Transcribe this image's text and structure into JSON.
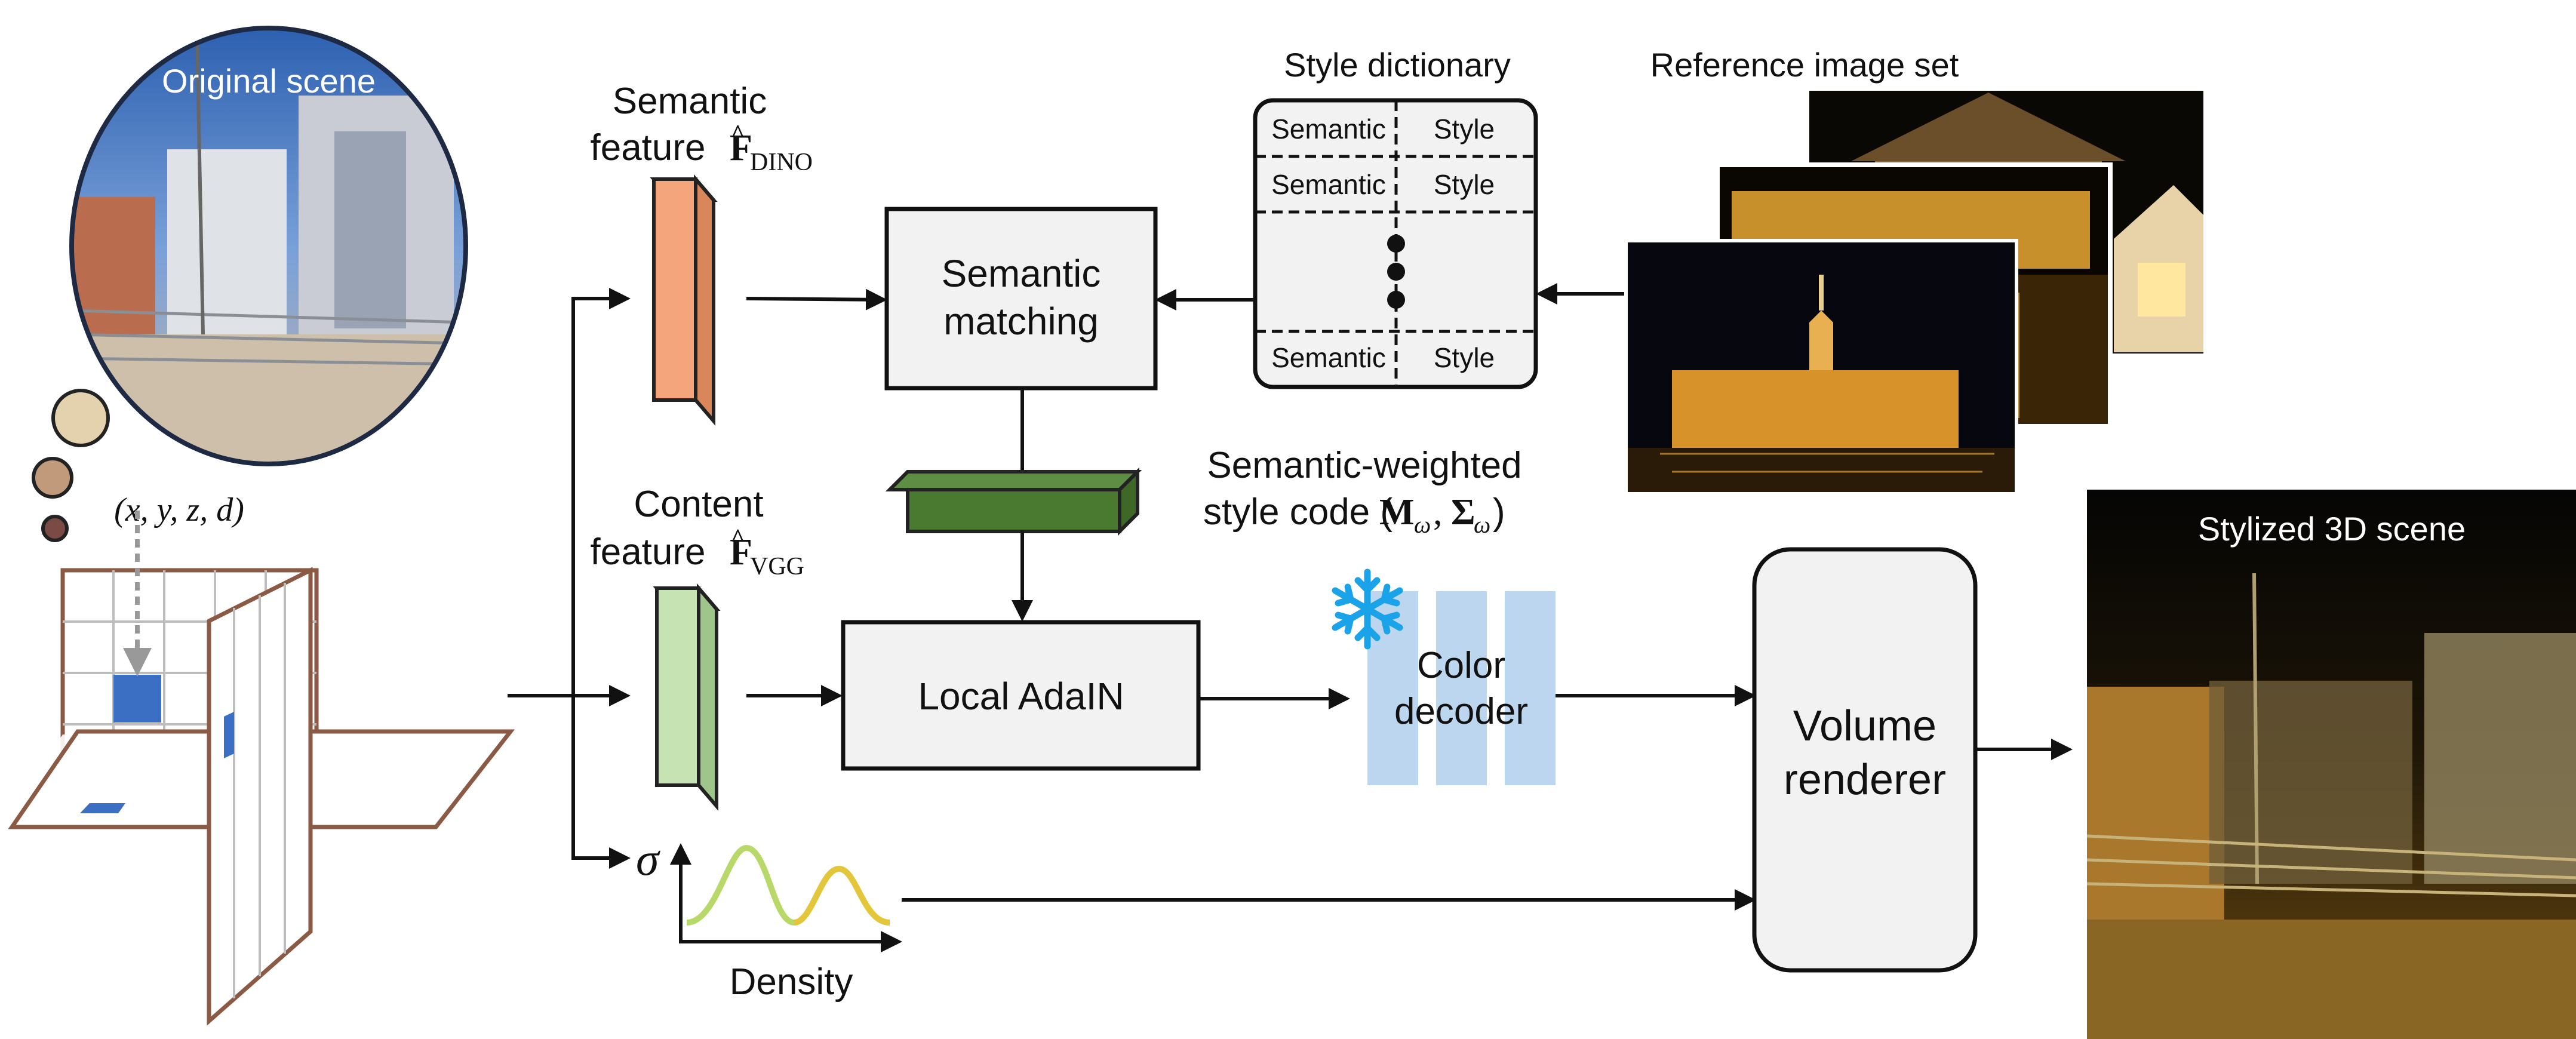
{
  "scene": {
    "original_label": "Original scene",
    "stylized_label": "Stylized 3D scene",
    "coord_label": "(x, y, z, d)"
  },
  "features": {
    "semantic_line1": "Semantic",
    "semantic_line2": "feature",
    "semantic_symbol": "F",
    "semantic_sub": "DINO",
    "content_line1": "Content",
    "content_line2": "feature",
    "content_symbol": "F",
    "content_sub": "VGG"
  },
  "blocks": {
    "semantic_matching_line1": "Semantic",
    "semantic_matching_line2": "matching",
    "local_adain": "Local AdaIN",
    "color_decoder_line1": "Color",
    "color_decoder_line2": "decoder",
    "volume_renderer_line1": "Volume",
    "volume_renderer_line2": "renderer"
  },
  "style_code": {
    "line1": "Semantic-weighted",
    "line2_prefix": "style code (",
    "m_symbol": "M",
    "sigma_symbol": "Σ",
    "sub": "ω",
    "close": ")"
  },
  "style_dictionary": {
    "title": "Style dictionary",
    "rows": [
      {
        "left": "Semantic",
        "right": "Style"
      },
      {
        "left": "Semantic",
        "right": "Style"
      },
      {
        "left": "Semantic",
        "right": "Style"
      }
    ]
  },
  "reference": {
    "title": "Reference image set"
  },
  "density": {
    "sigma": "σ",
    "label": "Density"
  },
  "colors": {
    "semantic_feature": "#f4a57c",
    "content_feature": "#c6e3b4",
    "style_code": "#4a7a2f",
    "block_fill": "#f2f2f2",
    "decoder": "#bcd6ef",
    "snowflake": "#1aa3e8",
    "grid_frame": "#8b5a45",
    "grid_cell": "#3a6fc4"
  }
}
